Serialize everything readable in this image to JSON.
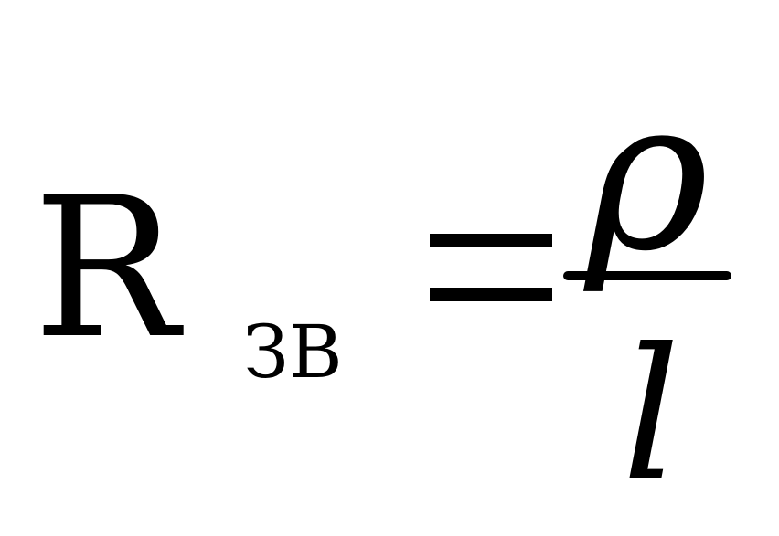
{
  "formula": {
    "lhs_symbol": "R",
    "lhs_subscript": "ЗВ",
    "relation": "=",
    "numerator": "ρ",
    "denominator": "l"
  }
}
